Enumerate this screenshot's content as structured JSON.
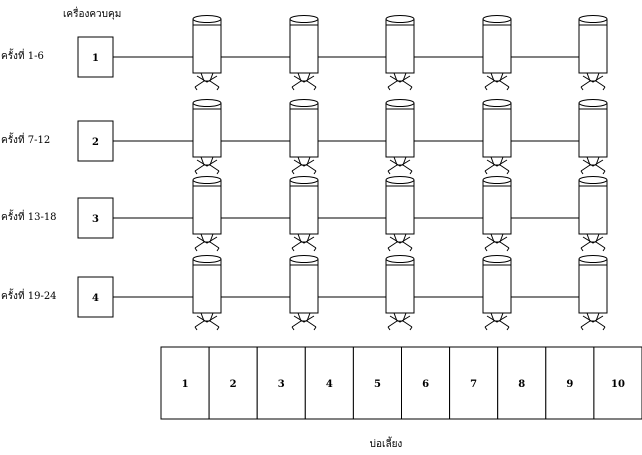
{
  "controller_title": "เครื่องควบคุม",
  "rows": [
    {
      "label": "ครั้งที่ 1-6",
      "controller": "1"
    },
    {
      "label": "ครั้งที่ 7-12",
      "controller": "2"
    },
    {
      "label": "ครั้งที่ 13-18",
      "controller": "3"
    },
    {
      "label": "ครั้งที่ 19-24",
      "controller": "4"
    }
  ],
  "tanks_per_row": 5,
  "ponds": [
    "1",
    "2",
    "3",
    "4",
    "5",
    "6",
    "7",
    "8",
    "9",
    "10"
  ],
  "ponds_label": "บ่อเลี้ยง"
}
